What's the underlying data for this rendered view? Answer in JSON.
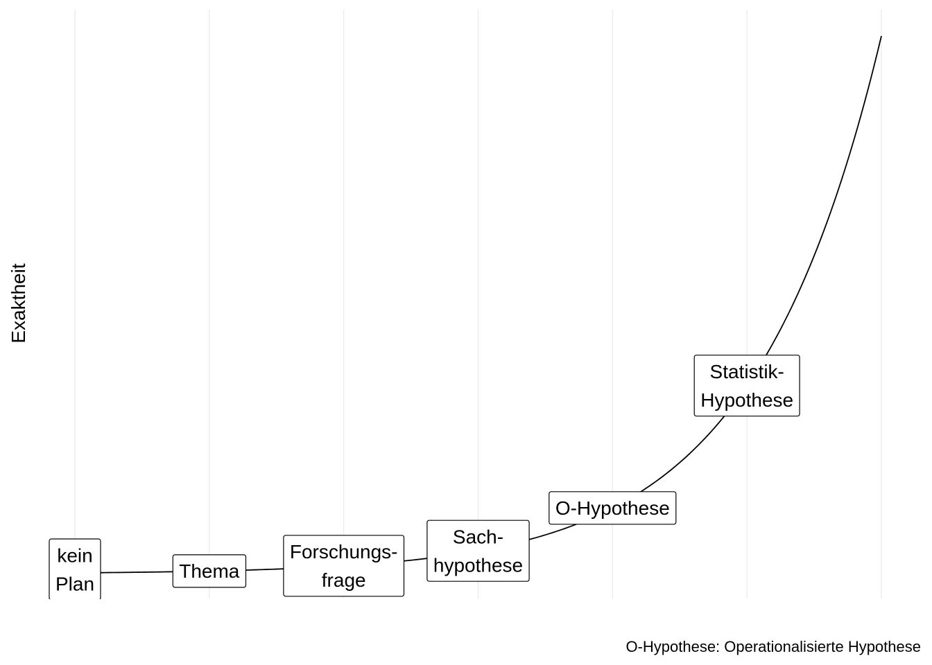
{
  "chart_data": {
    "type": "line",
    "ylabel": "Exaktheit",
    "xlabel": "",
    "title": "",
    "caption": "O-Hypothese: Operationalisierte Hypothese",
    "grid": "vertical major gridlines only",
    "x_axis_ticks_shown": false,
    "y_axis_ticks_shown": false,
    "curve": "exponential",
    "xlim": [
      1,
      7
    ],
    "labels": [
      {
        "x": 1,
        "lines": [
          "kein",
          "Plan"
        ]
      },
      {
        "x": 2,
        "lines": [
          "Thema"
        ]
      },
      {
        "x": 3,
        "lines": [
          "Forschungs-",
          "frage"
        ]
      },
      {
        "x": 4,
        "lines": [
          "Sach-",
          "hypothese"
        ]
      },
      {
        "x": 5,
        "lines": [
          "O-Hypothese"
        ]
      },
      {
        "x": 6,
        "lines": [
          "Statistik-",
          "Hypothese"
        ]
      }
    ],
    "colors": {
      "line": "#000000",
      "grid": "#ebebeb",
      "label_fill": "#ffffff",
      "label_border": "#000000"
    }
  }
}
